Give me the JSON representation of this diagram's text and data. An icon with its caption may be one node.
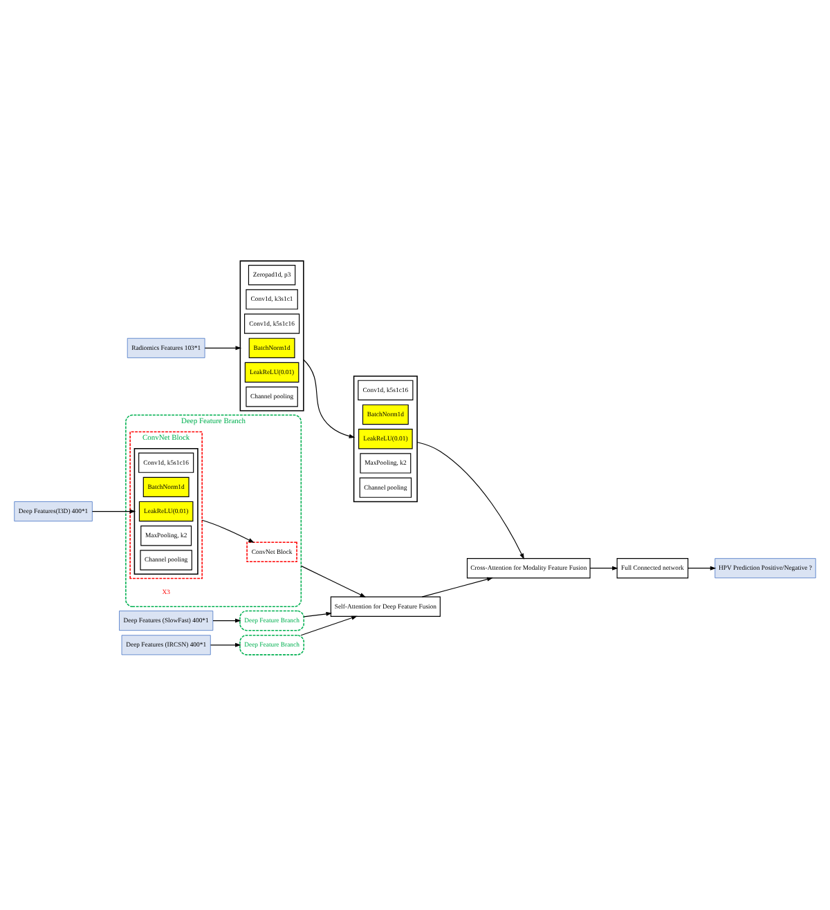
{
  "diagram": {
    "nodes": [
      {
        "text": [
          "Radiomics Features 103*1"
        ]
      },
      {
        "text": [],
        "shape": "box"
      },
      {
        "text": [
          "Zeropad1d, p3"
        ],
        "in": 1
      },
      {
        "text": [
          "Conv1d, k3s1c1"
        ],
        "in": 1
      },
      {
        "text": [
          "Conv1d, k5s1c16"
        ],
        "in": 1
      },
      {
        "text": [
          "BatchNorm1d"
        ],
        "in": 1
      },
      {
        "text": [
          "LeakReLU(0.01)"
        ],
        "in": 1
      },
      {
        "text": [
          "Channel pooling"
        ],
        "in": 1
      },
      {
        "text": [],
        "shape": "box"
      },
      {
        "text": [
          "Conv1d, k5s1c16"
        ],
        "in": 8
      },
      {
        "text": [
          "BatchNorm1d"
        ],
        "in": 8
      },
      {
        "text": [
          "LeakReLU(0.01)"
        ],
        "in": 8
      },
      {
        "text": [
          "MaxPooling, k2"
        ],
        "in": 8
      },
      {
        "text": [
          "Channel pooling"
        ],
        "in": 8
      },
      {
        "text": [
          "Deep Features(I3D) 400*1"
        ]
      },
      {
        "text": [
          "Deep Feature Branch"
        ]
      },
      {
        "text": [
          "ConvNet Block"
        ],
        "in": 15
      },
      {
        "text": [],
        "shape": "box",
        "in": 16
      },
      {
        "text": [
          "Conv1d, k5s1c16"
        ],
        "in": 17
      },
      {
        "text": [
          "BatchNorm1d"
        ],
        "in": 17
      },
      {
        "text": [
          "LeakReLU(0.01)"
        ],
        "in": 17
      },
      {
        "text": [
          "MaxPooling, k2"
        ],
        "in": 17
      },
      {
        "text": [
          "Channel pooling"
        ],
        "in": 17
      },
      {
        "text": [
          "ConvNet Block"
        ],
        "in": 15
      },
      {
        "text": [
          "Deep Features (SlowFast) 400*1"
        ]
      },
      {
        "text": [
          "Deep Feature Branch"
        ]
      },
      {
        "text": [
          "Deep Features (IRCSN) 400*1"
        ]
      },
      {
        "text": [
          "Deep Feature Branch"
        ]
      },
      {
        "text": [
          "Self-Attention for Deep Feature Fusion"
        ]
      },
      {
        "text": [
          "Cross-Attention for Modality Feature Fusion"
        ]
      },
      {
        "text": [
          "Full Connected network"
        ]
      },
      {
        "text": [
          "HPV Prediction Positive/Negative ?"
        ]
      }
    ],
    "edges": [
      {
        "from": 0,
        "to": 1,
        "arrow": "to"
      },
      {
        "from": 1,
        "to": 8,
        "arrow": "to"
      },
      {
        "from": 8,
        "to": 29,
        "arrow": "to"
      },
      {
        "from": 14,
        "to": 17,
        "arrow": "to"
      },
      {
        "from": 16,
        "to": 23,
        "arrow": "to"
      },
      {
        "from": 15,
        "to": 28,
        "arrow": "to"
      },
      {
        "from": 24,
        "to": 25,
        "arrow": "to"
      },
      {
        "from": 25,
        "to": 28,
        "arrow": "to"
      },
      {
        "from": 26,
        "to": 27,
        "arrow": "to"
      },
      {
        "from": 27,
        "to": 28,
        "arrow": "to"
      },
      {
        "from": 28,
        "to": 29,
        "arrow": "to"
      },
      {
        "from": 29,
        "to": 30,
        "arrow": "to"
      },
      {
        "from": 30,
        "to": 31,
        "arrow": "to"
      }
    ],
    "labels": [
      "X3"
    ]
  }
}
